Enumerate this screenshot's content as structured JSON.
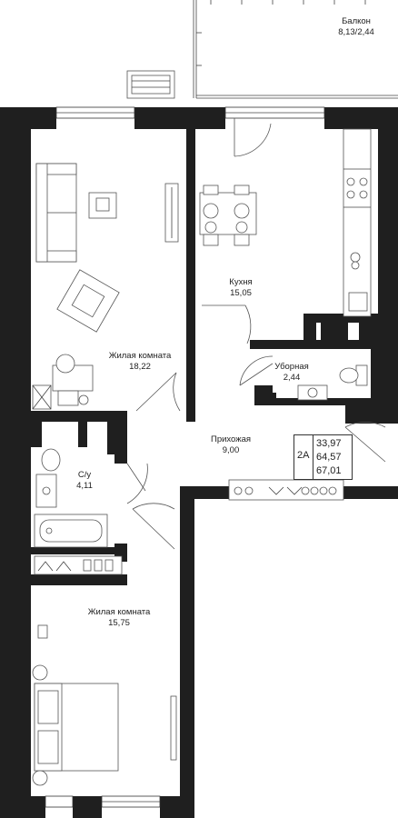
{
  "rooms": {
    "balcony": {
      "name": "Балкон",
      "area": "8,13/2,44"
    },
    "kitchen": {
      "name": "Кухня",
      "area": "15,05"
    },
    "living1": {
      "name": "Жилая комната",
      "area": "18,22"
    },
    "toilet": {
      "name": "Уборная",
      "area": "2,44"
    },
    "hall": {
      "name": "Прихожая",
      "area": "9,00"
    },
    "bathroom": {
      "name": "С/у",
      "area": "4,11"
    },
    "living2": {
      "name": "Жилая комната",
      "area": "15,75"
    }
  },
  "summary": {
    "type": "2А",
    "living_area": "33,97",
    "total_area": "64,57",
    "total_with_balcony": "67,01"
  }
}
